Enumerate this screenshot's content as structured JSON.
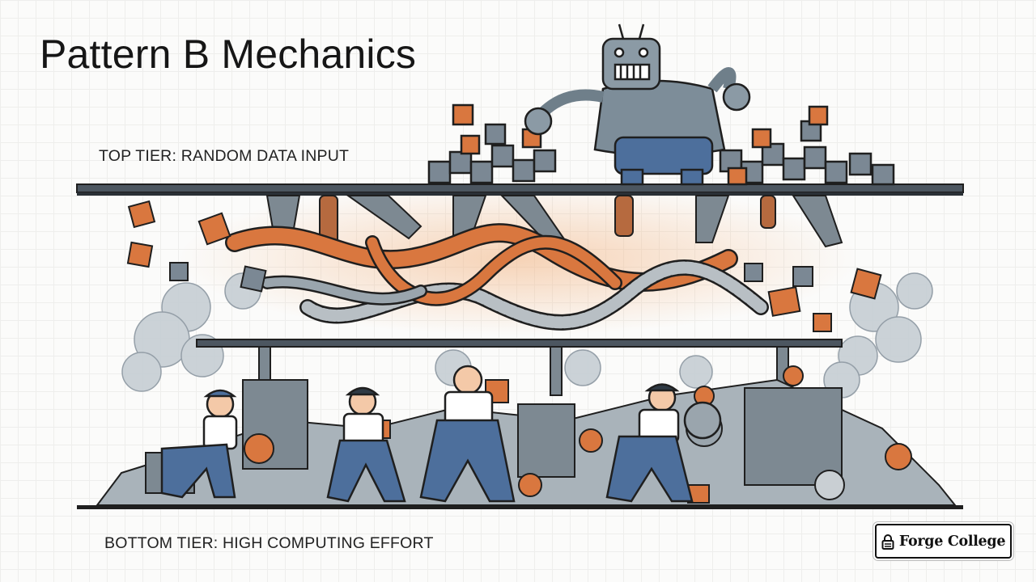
{
  "slide": {
    "title": "Pattern B Mechanics",
    "top_tier_label": "TOP TIER: RANDOM DATA INPUT",
    "bottom_tier_label": "BOTTOM TIER: HIGH COMPUTING EFFORT"
  },
  "branding": {
    "logo_text": "Forge College",
    "icon": "lock-icon"
  },
  "colors": {
    "rust": "#d9773f",
    "steel": "#6f7f8a",
    "overalls": "#4d6f9c",
    "ink": "#2a2a2a"
  }
}
